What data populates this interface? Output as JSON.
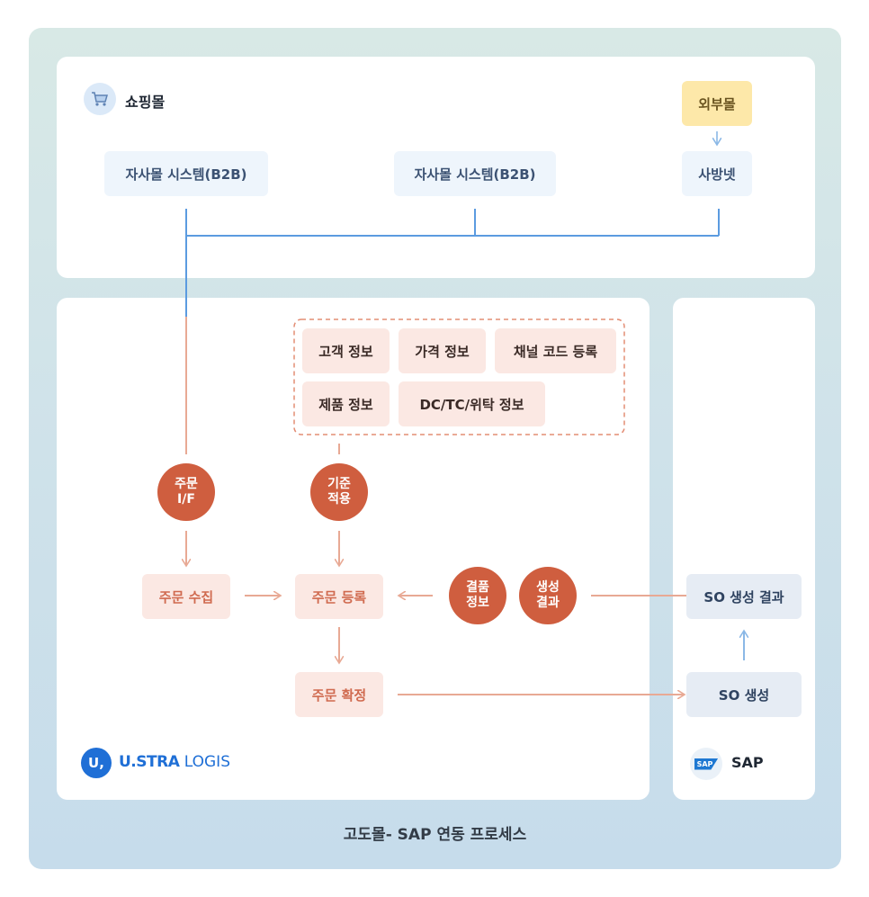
{
  "shopping_mall": {
    "label": "쇼핑몰",
    "icon": "shopping-cart-icon",
    "own_mall_1": "자사몰 시스템(B2B)",
    "own_mall_2": "자사몰 시스템(B2B)",
    "external_mall": "외부몰",
    "sabangnet": "사방넷"
  },
  "ustra": {
    "logo_mark": "U,",
    "logo_text": "U.STRA",
    "logo_sub": "LOGIS",
    "master_data": [
      "고객 정보",
      "가격 정보",
      "채널 코드 등록",
      "제품 정보",
      "DC/TC/위탁 정보"
    ],
    "circle_order_if": "주문\nI/F",
    "circle_standard": "기준\n적용",
    "circle_result_info": "결품\n정보",
    "circle_creation_result": "생성\n결과",
    "order_collect": "주문 수집",
    "order_register": "주문 등록",
    "order_confirm": "주문 확정"
  },
  "sap": {
    "so_result": "SO 생성 결과",
    "so_create": "SO 생성",
    "logo_mark": "SAP",
    "label": "SAP"
  },
  "footer_title": "고도몰- SAP 연동 프로세스",
  "colors": {
    "blue_line": "#5b9be0",
    "orange_line": "#e8a994",
    "accent": "#cf5e3f"
  }
}
